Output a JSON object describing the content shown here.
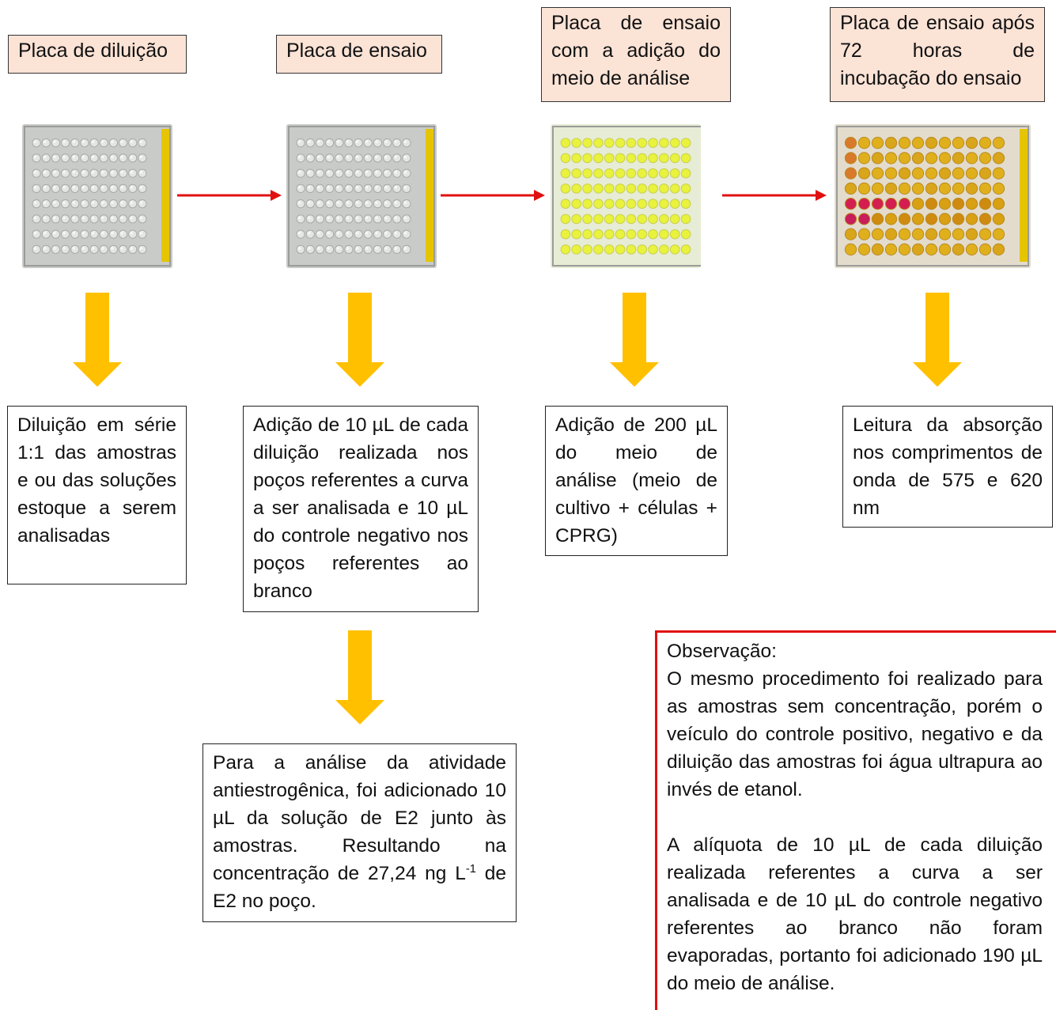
{
  "steps": [
    {
      "title": "Placa de diluição",
      "description": "Diluição em série 1:1 das amostras e ou das soluções estoque a serem analisadas",
      "plate": "plate-clear-image"
    },
    {
      "title": "Placa de ensaio",
      "description": "Adição de 10 µL de cada diluição realizada nos poços referentes a curva a ser analisada e 10 µL do controle negativo nos poços referentes ao branco",
      "plate": "plate-clear-image"
    },
    {
      "title": "Placa de ensaio com a adição do meio de análise",
      "description": "Adição de 200 µL do meio de análise (meio de cultivo + células + CPRG)",
      "plate": "plate-yellow-image"
    },
    {
      "title": "Placa de ensaio após 72 horas de incubação do ensaio",
      "description": "Leitura da absorção nos comprimentos de onda de 575 e 620 nm",
      "plate": "plate-red-yellow-image"
    }
  ],
  "antiestrogenic_note": {
    "text_before_sup": "Para a análise da atividade antiestrogênica, foi adicionado 10 µL da solução de E2 junto às amostras. Resultando na concentração de 27,24 ng L",
    "superscript": "-1",
    "text_after_sup": " de E2 no poço."
  },
  "observation": {
    "heading": "Observação:",
    "paragraph_1": "O mesmo procedimento foi realizado para as amostras sem concentração, porém o veículo do controle positivo, negativo e da diluição das amostras foi água ultrapura ao invés de etanol.",
    "paragraph_2": "A alíquota de 10 µL de cada diluição realizada referentes a curva a ser analisada e de 10 µL do controle negativo referentes ao branco não foram evaporadas, portanto foi adicionado 190 µL do meio de análise."
  },
  "colors": {
    "title_fill": "#fbe3d6",
    "flow_arrow": "#e01010",
    "down_arrow": "#ffc000",
    "observation_border": "#e01010"
  }
}
